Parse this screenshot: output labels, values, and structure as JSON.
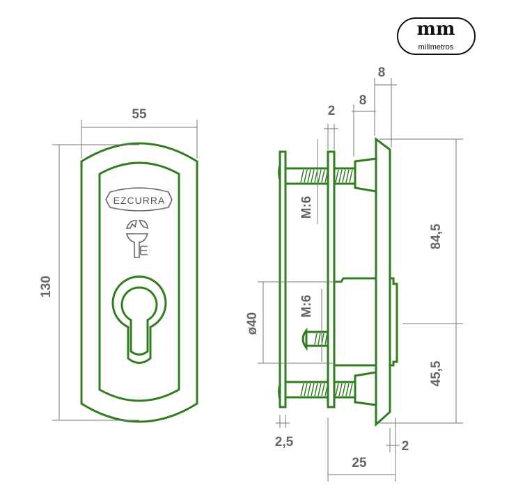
{
  "logo": {
    "mark": "mm",
    "subtitle": "milímetros"
  },
  "brand_badge": "EZCURRA",
  "colors": {
    "line": "#2f7d1f",
    "dimension": "#666666"
  },
  "dimensions": {
    "front_width": "55",
    "front_height": "130",
    "side_top_right": "8",
    "side_top_left": "8",
    "plate_thickness": "2",
    "screw_top": "M:6",
    "screw_middle": "M:6",
    "cylinder_diameter": "ø40",
    "upper_height": "84,5",
    "lower_height": "45,5",
    "front_plate_thickness": "2,5",
    "escutcheon_thickness": "2",
    "total_depth": "25"
  }
}
